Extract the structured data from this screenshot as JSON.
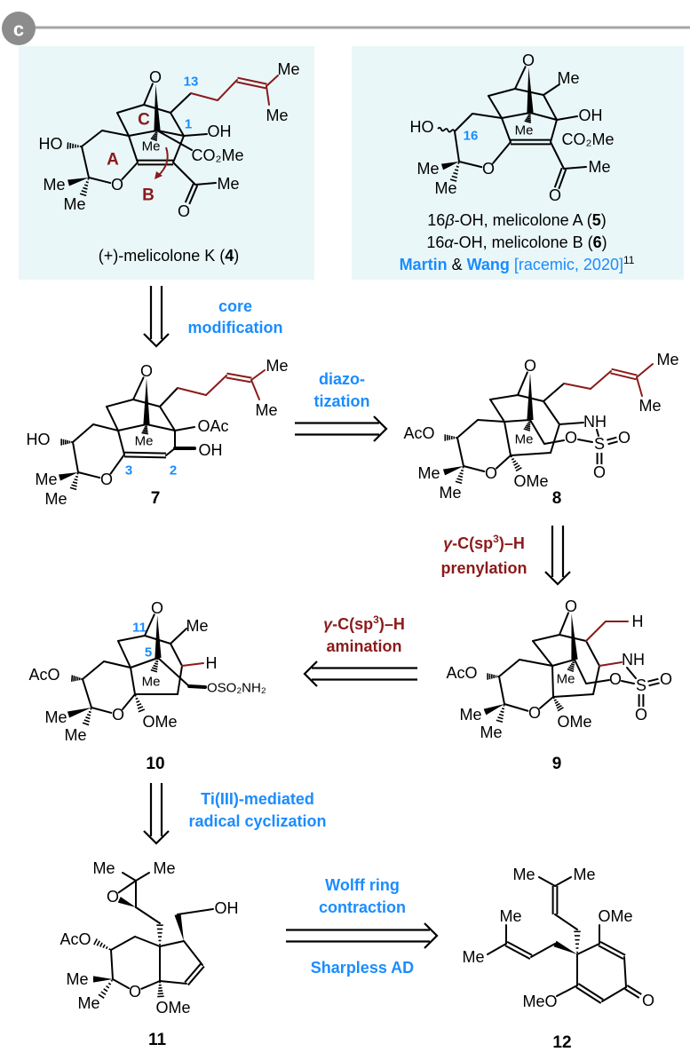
{
  "header": {
    "section_label": "c"
  },
  "colors": {
    "accent_blue": "#1a8cff",
    "accent_red": "#8b1a1a",
    "box_background": "#eaf7f8",
    "rule_grey": "#a6a6a6"
  },
  "compound_4": {
    "atoms": [
      "HO",
      "O",
      "Me",
      "Me",
      "O",
      "Me",
      "OH",
      "CO₂Me",
      "Me",
      "O",
      "Me",
      "Me",
      "13",
      "1",
      "A",
      "B",
      "C"
    ],
    "caption": {
      "prefix": "(+)-melicolone K (",
      "number": "4",
      "suffix": ")"
    }
  },
  "compounds_5_6": {
    "atoms": [
      "HO",
      "16",
      "Me",
      "Me",
      "O",
      "O",
      "Me",
      "Me",
      "OH",
      "CO₂Me",
      "Me",
      "O"
    ],
    "captions": [
      {
        "prefix": "16",
        "greek": "β",
        "rest": "-OH, melicolone A (",
        "number": "5",
        "suffix": ")"
      },
      {
        "prefix": "16",
        "greek": "α",
        "rest": "-OH, melicolone B (",
        "number": "6",
        "suffix": ")"
      }
    ],
    "reference": {
      "author1": "Martin",
      "amp": " & ",
      "author2": "Wang",
      "detail": " [racemic, 2020]",
      "ref": "11"
    }
  },
  "compound_7": {
    "number": "7",
    "atoms": [
      "HO",
      "Me",
      "Me",
      "O",
      "O",
      "Me",
      "OAc",
      "OH",
      "Me",
      "Me",
      "3",
      "2"
    ]
  },
  "compound_8": {
    "number": "8",
    "atoms": [
      "AcO",
      "Me",
      "Me",
      "O",
      "OMe",
      "O",
      "Me",
      "NH",
      "O",
      "S",
      "O",
      "O",
      "Me",
      "Me"
    ]
  },
  "compound_9": {
    "number": "9",
    "atoms": [
      "AcO",
      "Me",
      "Me",
      "O",
      "OMe",
      "O",
      "Me",
      "H",
      "NH",
      "O",
      "S",
      "O",
      "O"
    ]
  },
  "compound_10": {
    "number": "10",
    "atoms": [
      "AcO",
      "Me",
      "Me",
      "O",
      "OMe",
      "O",
      "Me",
      "Me",
      "H",
      "OSO₂NH₂",
      "11",
      "5"
    ]
  },
  "compound_11": {
    "number": "11",
    "atoms": [
      "AcO",
      "Me",
      "Me",
      "O",
      "OMe",
      "O",
      "Me",
      "Me",
      "OH"
    ]
  },
  "compound_12": {
    "number": "12",
    "atoms": [
      "Me",
      "Me",
      "Me",
      "Me",
      "OMe",
      "MeO",
      "O"
    ]
  },
  "steps": {
    "core_modification": {
      "line1": "core",
      "line2": "modification"
    },
    "diazotization": {
      "line1": "diazo-",
      "line2": "tization"
    },
    "prenylation": {
      "greek": "γ",
      "text": "-C(sp",
      "sup": "3",
      "end": ")–H",
      "line2": "prenylation"
    },
    "amination": {
      "greek": "γ",
      "text": "-C(sp",
      "sup": "3",
      "end": ")–H",
      "line2": "amination"
    },
    "radical_cyclization": {
      "line1": "Ti(III)-mediated",
      "line2": "radical cyclization"
    },
    "wolff": {
      "line1": "Wolff ring",
      "line2": "contraction",
      "below": "Sharpless AD"
    }
  }
}
